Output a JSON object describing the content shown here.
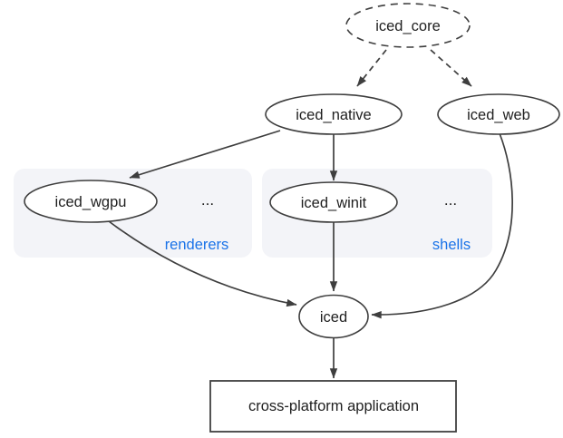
{
  "nodes": {
    "core": {
      "label": "iced_core"
    },
    "native": {
      "label": "iced_native"
    },
    "web": {
      "label": "iced_web"
    },
    "wgpu": {
      "label": "iced_wgpu"
    },
    "winit": {
      "label": "iced_winit"
    },
    "iced": {
      "label": "iced"
    },
    "app": {
      "label": "cross-platform application"
    }
  },
  "groups": {
    "renderers": {
      "label": "renderers",
      "ellipsis": "..."
    },
    "shells": {
      "label": "shells",
      "ellipsis": "..."
    }
  },
  "edges": [
    {
      "from": "iced_core",
      "to": "iced_native",
      "style": "dashed"
    },
    {
      "from": "iced_core",
      "to": "iced_web",
      "style": "dashed"
    },
    {
      "from": "iced_native",
      "to": "iced_wgpu",
      "style": "solid"
    },
    {
      "from": "iced_native",
      "to": "iced_winit",
      "style": "solid"
    },
    {
      "from": "iced_wgpu",
      "to": "iced",
      "style": "solid"
    },
    {
      "from": "iced_winit",
      "to": "iced",
      "style": "solid"
    },
    {
      "from": "iced_web",
      "to": "iced",
      "style": "solid"
    },
    {
      "from": "iced",
      "to": "cross-platform application",
      "style": "solid"
    }
  ],
  "colors": {
    "accent_blue": "#1a73e8",
    "group_fill": "#f3f4f8",
    "stroke": "#3e3e3e",
    "text": "#1f1f1f",
    "background": "#ffffff"
  }
}
